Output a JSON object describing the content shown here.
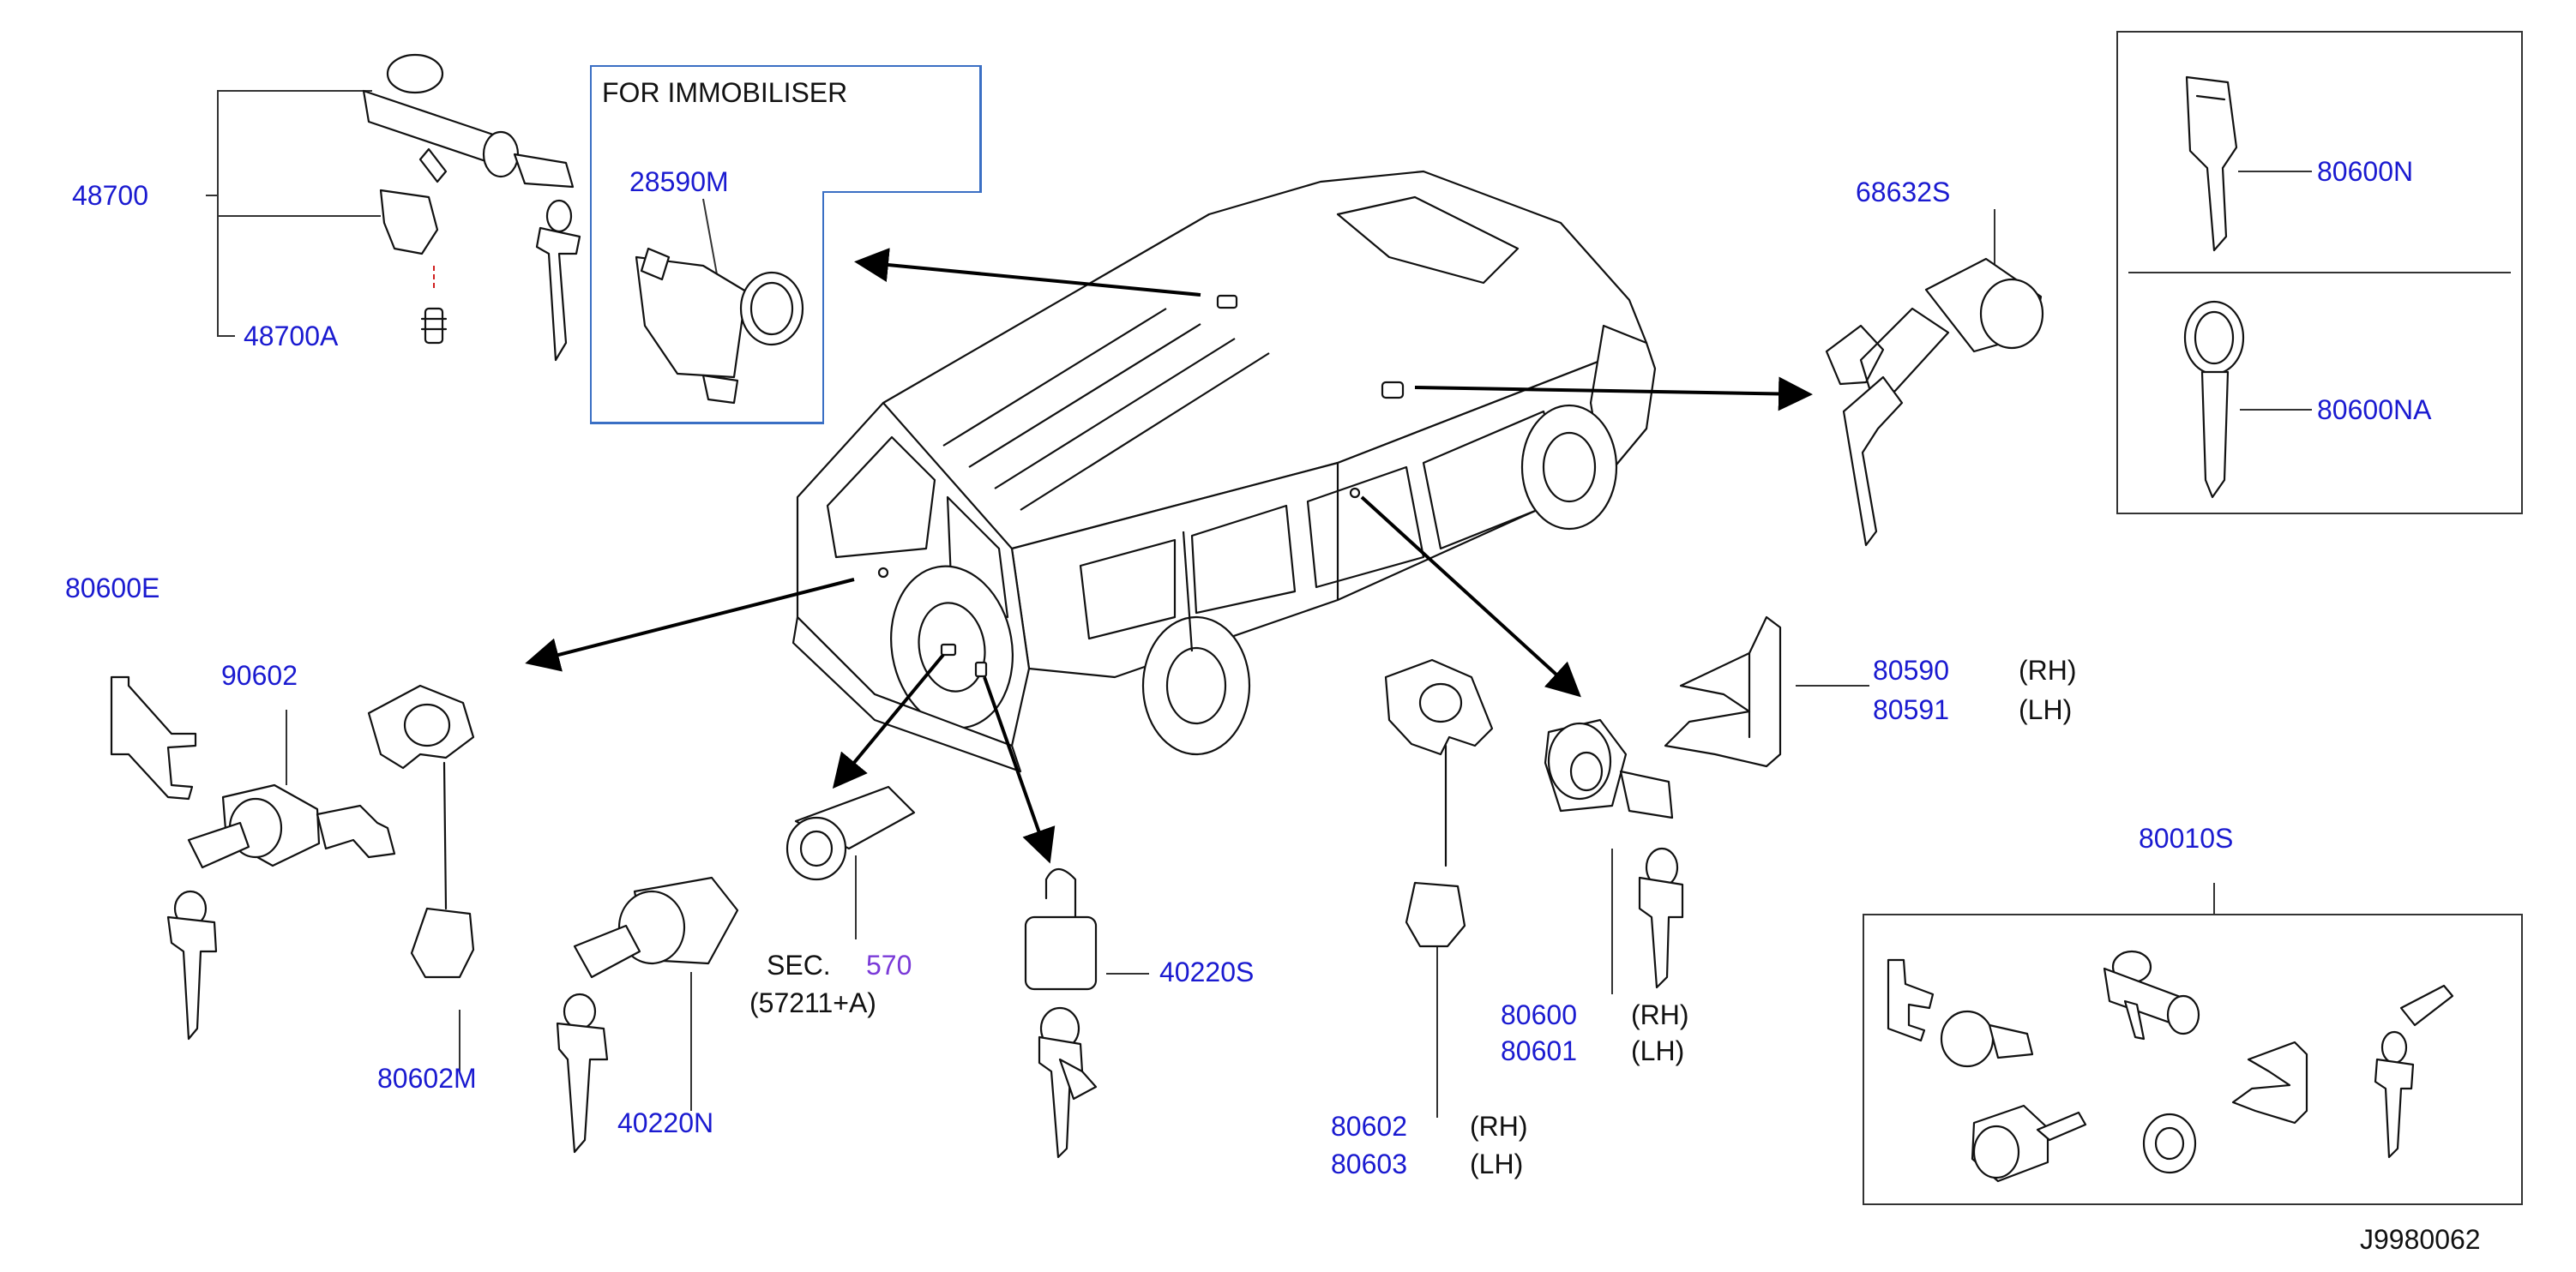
{
  "figure_id": "J9980062",
  "immobiliser_title": "FOR  IMMOBILISER",
  "parts": {
    "p48700": "48700",
    "p48700A": "48700A",
    "p28590M": "28590M",
    "p68632S": "68632S",
    "p80600N": "80600N",
    "p80600NA": "80600NA",
    "p80600E": "80600E",
    "p90602": "90602",
    "p80602M": "80602M",
    "p40220N": "40220N",
    "sec_prefix": "SEC.",
    "sec_number": "570",
    "sec_sub": "(57211+A)",
    "p40220S": "40220S",
    "p80590": "80590",
    "p80591": "80591",
    "p80600": "80600",
    "p80601": "80601",
    "p80602": "80602",
    "p80603": "80603",
    "p80010S": "80010S"
  },
  "side": {
    "rh": "(RH)",
    "lh": "(LH)"
  },
  "colors": {
    "callout": "#1a1ad0",
    "ink": "#111111",
    "section_ref": "#7a3ad8",
    "immobiliser_box": "#3a6fc4"
  }
}
